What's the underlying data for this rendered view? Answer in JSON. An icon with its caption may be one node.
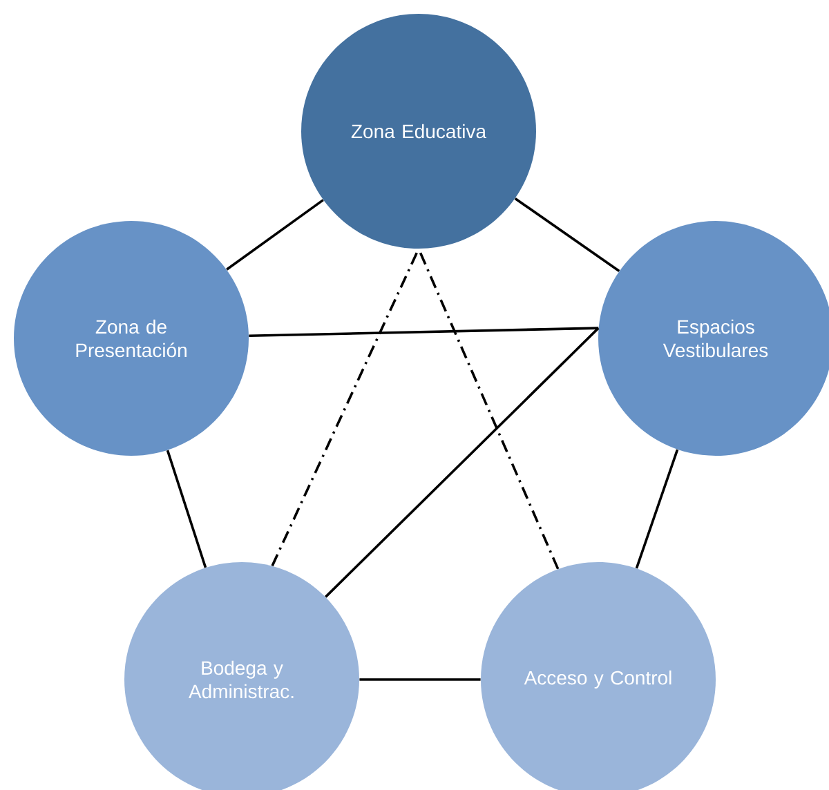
{
  "diagram": {
    "nodes": [
      {
        "text": [
          "Zona Educativa"
        ]
      },
      {
        "text": [
          "Zona de Presentación"
        ]
      },
      {
        "text": [
          "Espacios Vestibulares"
        ]
      },
      {
        "text": [
          "Bodega y Administrac."
        ]
      },
      {
        "text": [
          "Acceso y Control"
        ]
      }
    ],
    "edges": [
      {
        "from": 0,
        "to": 1,
        "arrow": "none"
      },
      {
        "from": 0,
        "to": 2,
        "arrow": "none"
      },
      {
        "from": 1,
        "to": 2,
        "arrow": "none"
      },
      {
        "from": 1,
        "to": 3,
        "arrow": "none"
      },
      {
        "from": 2,
        "to": 3,
        "arrow": "none"
      },
      {
        "from": 2,
        "to": 4,
        "arrow": "none"
      },
      {
        "from": 3,
        "to": 4,
        "arrow": "none"
      },
      {
        "from": 3,
        "to": 0,
        "arrow": "none",
        "style": "dashed"
      },
      {
        "from": 4,
        "to": 0,
        "arrow": "none",
        "style": "dashed"
      }
    ]
  }
}
